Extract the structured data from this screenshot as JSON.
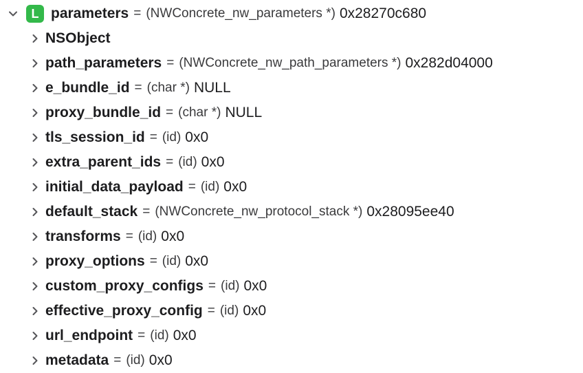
{
  "colors": {
    "badge_bg": "#33b94a",
    "chevron": "#555558"
  },
  "root": {
    "badge": "L",
    "badge_icon": "local-variable-icon",
    "expanded": true,
    "name": "parameters",
    "equals": "=",
    "type": "(NWConcrete_nw_parameters *)",
    "value": "0x28270c680"
  },
  "children": [
    {
      "name": "NSObject",
      "equals": "",
      "type": "",
      "value": ""
    },
    {
      "name": "path_parameters",
      "equals": "=",
      "type": "(NWConcrete_nw_path_parameters *)",
      "value": "0x282d04000"
    },
    {
      "name": "e_bundle_id",
      "equals": "=",
      "type": "(char *)",
      "value": "NULL"
    },
    {
      "name": "proxy_bundle_id",
      "equals": "=",
      "type": "(char *)",
      "value": "NULL"
    },
    {
      "name": "tls_session_id",
      "equals": "=",
      "type": "(id)",
      "value": "0x0"
    },
    {
      "name": "extra_parent_ids",
      "equals": "=",
      "type": "(id)",
      "value": "0x0"
    },
    {
      "name": "initial_data_payload",
      "equals": "=",
      "type": "(id)",
      "value": "0x0"
    },
    {
      "name": "default_stack",
      "equals": "=",
      "type": "(NWConcrete_nw_protocol_stack *)",
      "value": "0x28095ee40"
    },
    {
      "name": "transforms",
      "equals": "=",
      "type": "(id)",
      "value": "0x0"
    },
    {
      "name": "proxy_options",
      "equals": "=",
      "type": "(id)",
      "value": "0x0"
    },
    {
      "name": "custom_proxy_configs",
      "equals": "=",
      "type": "(id)",
      "value": "0x0"
    },
    {
      "name": "effective_proxy_config",
      "equals": "=",
      "type": "(id)",
      "value": "0x0"
    },
    {
      "name": "url_endpoint",
      "equals": "=",
      "type": "(id)",
      "value": "0x0"
    },
    {
      "name": "metadata",
      "equals": "=",
      "type": "(id)",
      "value": "0x0"
    }
  ]
}
